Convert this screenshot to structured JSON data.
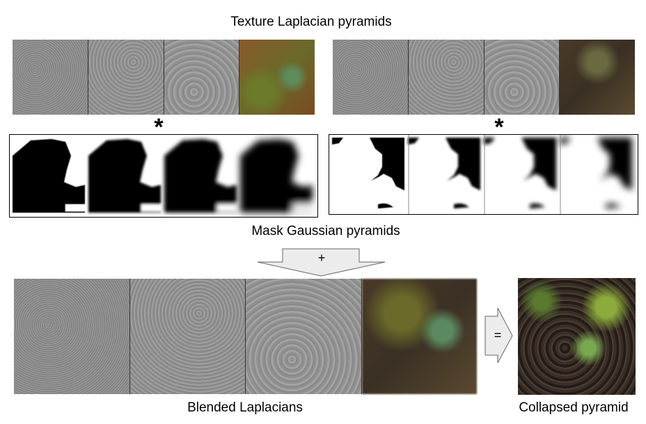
{
  "title": "Texture Laplacian pyramids",
  "multiply_symbol": "*",
  "mask_label": "Mask Gaussian pyramids",
  "add_symbol": "+",
  "equals_symbol": "=",
  "blended_label": "Blended Laplacians",
  "collapsed_label": "Collapsed pyramid"
}
